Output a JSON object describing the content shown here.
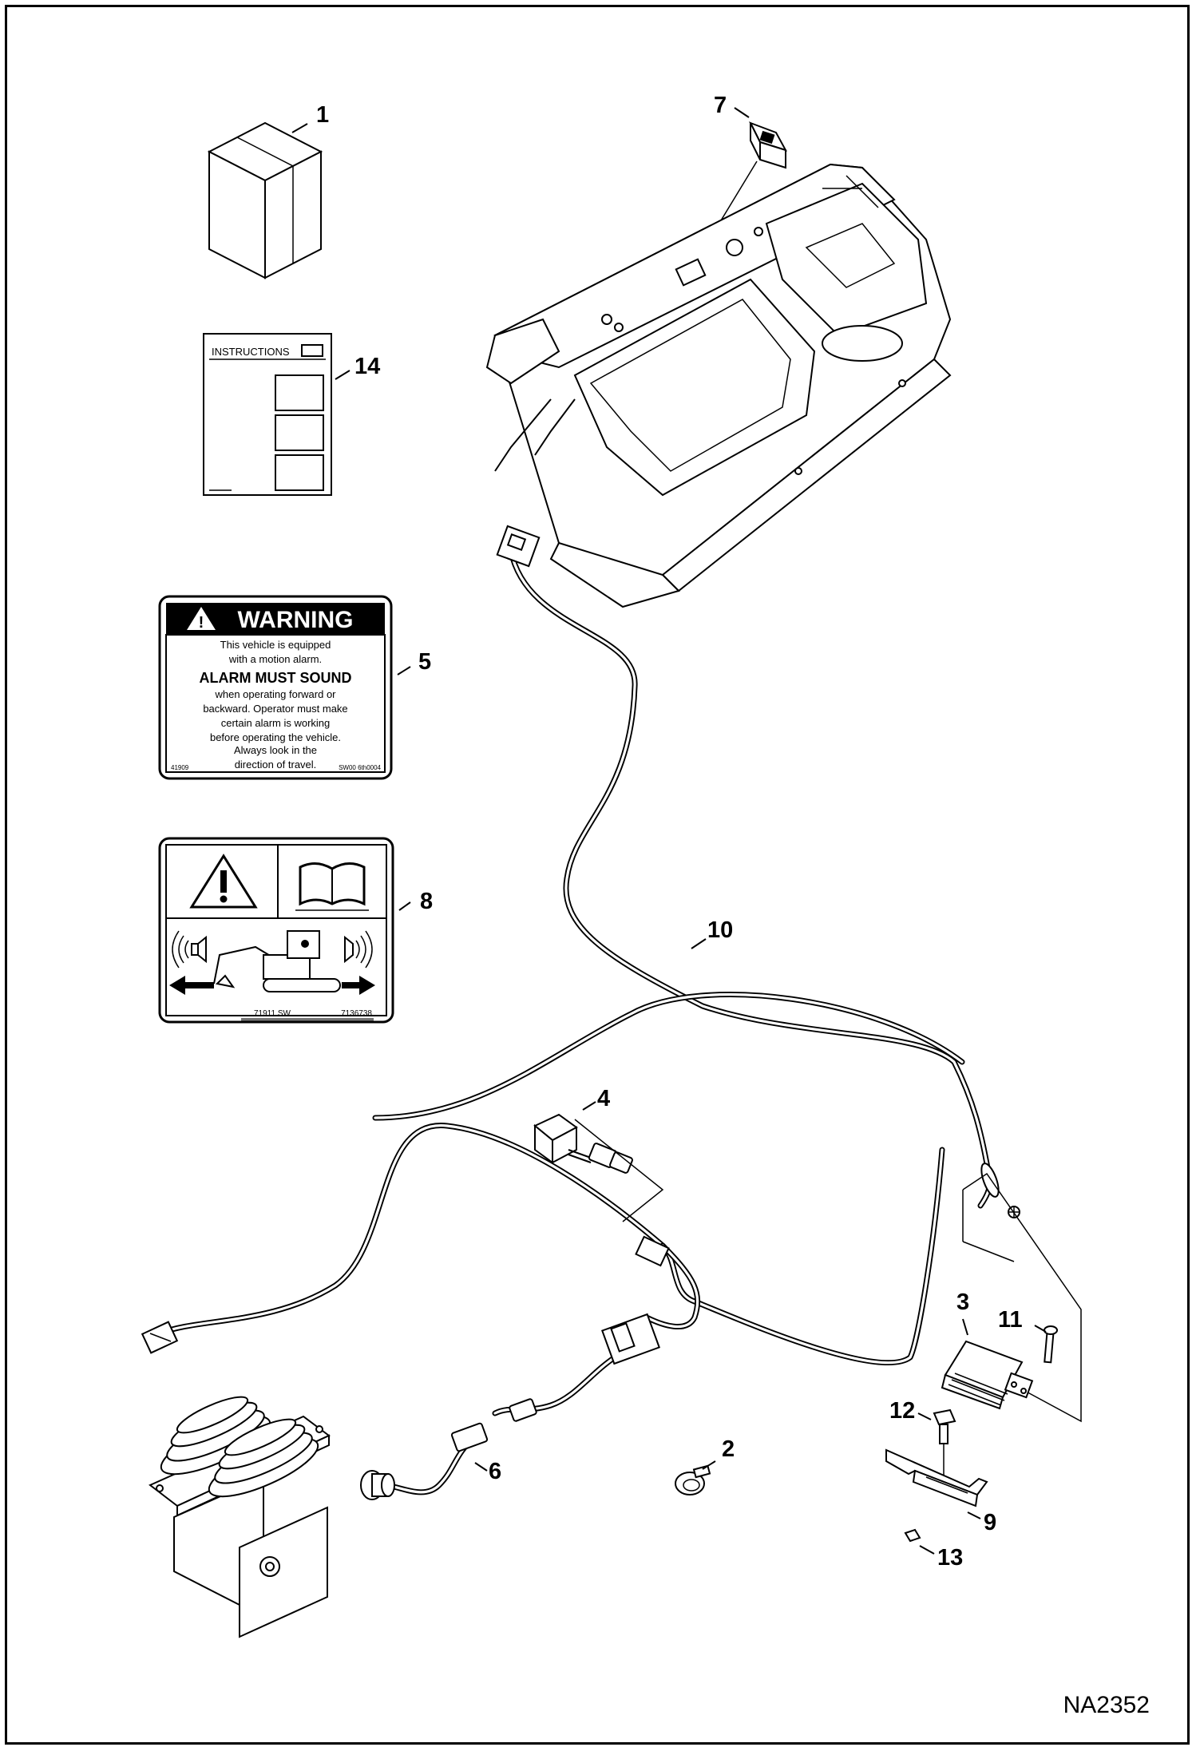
{
  "drawing_number": "NA2352",
  "callouts": [
    "1",
    "2",
    "3",
    "4",
    "5",
    "6",
    "7",
    "8",
    "9",
    "10",
    "11",
    "12",
    "13",
    "14"
  ],
  "instructions_sheet": {
    "title": "INSTRUCTIONS"
  },
  "warning_decal": {
    "header": "WARNING",
    "line1": "This vehicle is equipped",
    "line2": "with a motion alarm.",
    "emphasis": "ALARM MUST SOUND",
    "line3": "when operating forward or",
    "line4": "backward.  Operator must make",
    "line5": "certain alarm is working",
    "line6": "before operating the vehicle.",
    "line7": "Always look in the",
    "line8": "direction of travel.",
    "code_left": "41909",
    "code_right": "SW00 6th0004"
  },
  "pictorial_decal": {
    "code_left": "71911 SW",
    "code_right": "7136738"
  },
  "icons": [
    "box-icon",
    "warning-triangle-icon",
    "open-book-icon",
    "speaker-icon",
    "excavator-icon",
    "arrow-left-icon",
    "arrow-right-icon"
  ]
}
